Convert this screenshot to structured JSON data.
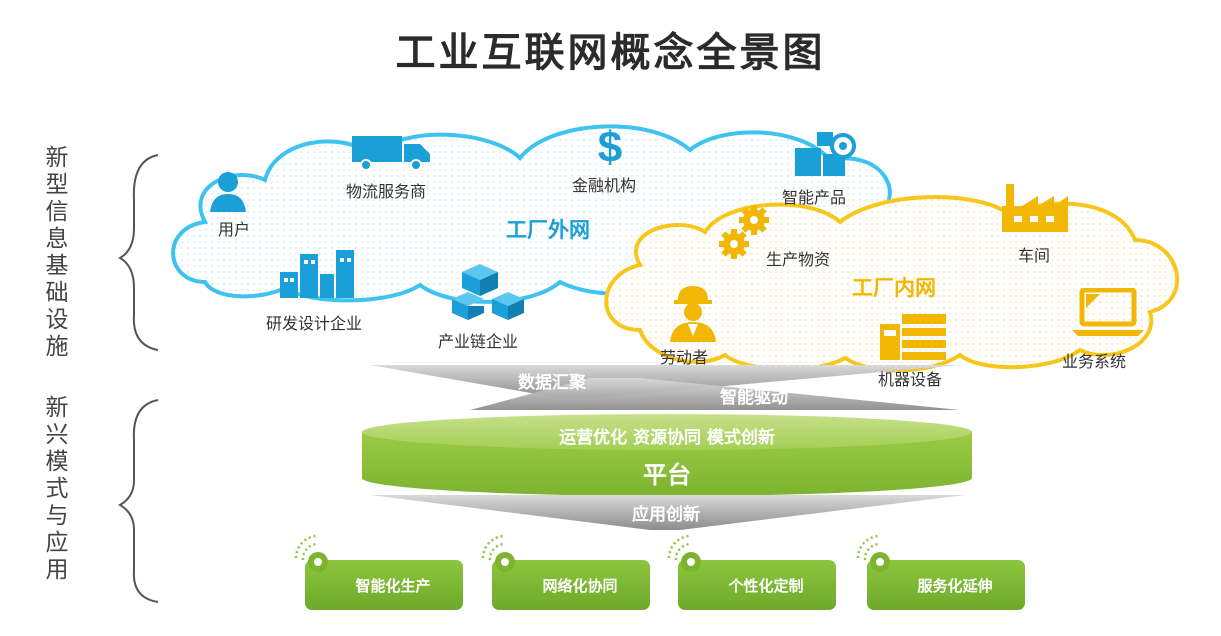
{
  "title": "工业互联网概念全景图",
  "side_labels": {
    "infrastructure": "新型信息基础设施",
    "modes": "新兴模式与应用"
  },
  "outer_cloud": {
    "title": "工厂外网",
    "items": [
      "用户",
      "物流服务商",
      "金融机构",
      "智能产品",
      "研发设计企业",
      "产业链企业"
    ]
  },
  "inner_cloud": {
    "title": "工厂内网",
    "items": [
      "生产物资",
      "车间",
      "劳动者",
      "机器设备",
      "业务系统"
    ]
  },
  "flows": {
    "aggregate": "数据汇聚",
    "drive": "智能驱动",
    "innovate": "应用创新"
  },
  "platform": {
    "top": "运营优化  资源协同  模式创新",
    "name": "平台"
  },
  "applications": [
    "智能化生产",
    "网络化协同",
    "个性化定制",
    "服务化延伸"
  ],
  "colors": {
    "outer_cloud": "#3ec3f0",
    "inner_cloud": "#f7c61a",
    "icon_blue": "#1a9fd9",
    "platform_green": "#8cc63f",
    "band_gray": "#9a9a9a"
  }
}
